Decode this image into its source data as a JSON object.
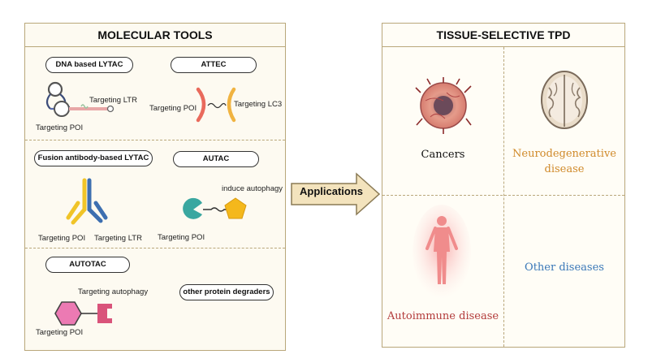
{
  "left_panel": {
    "title": "MOLECULAR TOOLS",
    "sections": [
      {
        "tools": [
          {
            "name": "DNA based LYTAC",
            "labels": [
              "Targeting LTR",
              "Targeting POI"
            ]
          },
          {
            "name": "ATTEC",
            "labels": [
              "Targeting POI",
              "Targeting LC3"
            ]
          }
        ]
      },
      {
        "tools": [
          {
            "name": "Fusion antibody-based LYTAC",
            "labels": [
              "Targeting POI",
              "Targeting LTR"
            ]
          },
          {
            "name": "AUTAC",
            "labels": [
              "induce autophagy",
              "Targeting POI"
            ]
          }
        ]
      },
      {
        "tools": [
          {
            "name": "AUTOTAC",
            "labels": [
              "Targeting autophagy",
              "Targeting POI"
            ]
          },
          {
            "name": "other protein degraders",
            "labels": []
          }
        ]
      }
    ]
  },
  "arrow": {
    "label": "Applications",
    "fill": "#f3e3bd",
    "stroke": "#8a7a55"
  },
  "right_panel": {
    "title": "TISSUE-SELECTIVE TPD",
    "cells": [
      {
        "label": "Cancers",
        "color": "#111111",
        "icon": "tumor-icon"
      },
      {
        "label": "Neurodegenerative disease",
        "line1": "Neurodegenerative",
        "line2": "disease",
        "color": "#d08a2a",
        "icon": "brain-icon"
      },
      {
        "label": "Autoimmune disease",
        "color": "#b23a3a",
        "icon": "human-body-icon"
      },
      {
        "label": "Other diseases",
        "color": "#3a78b8",
        "icon": ""
      }
    ]
  }
}
